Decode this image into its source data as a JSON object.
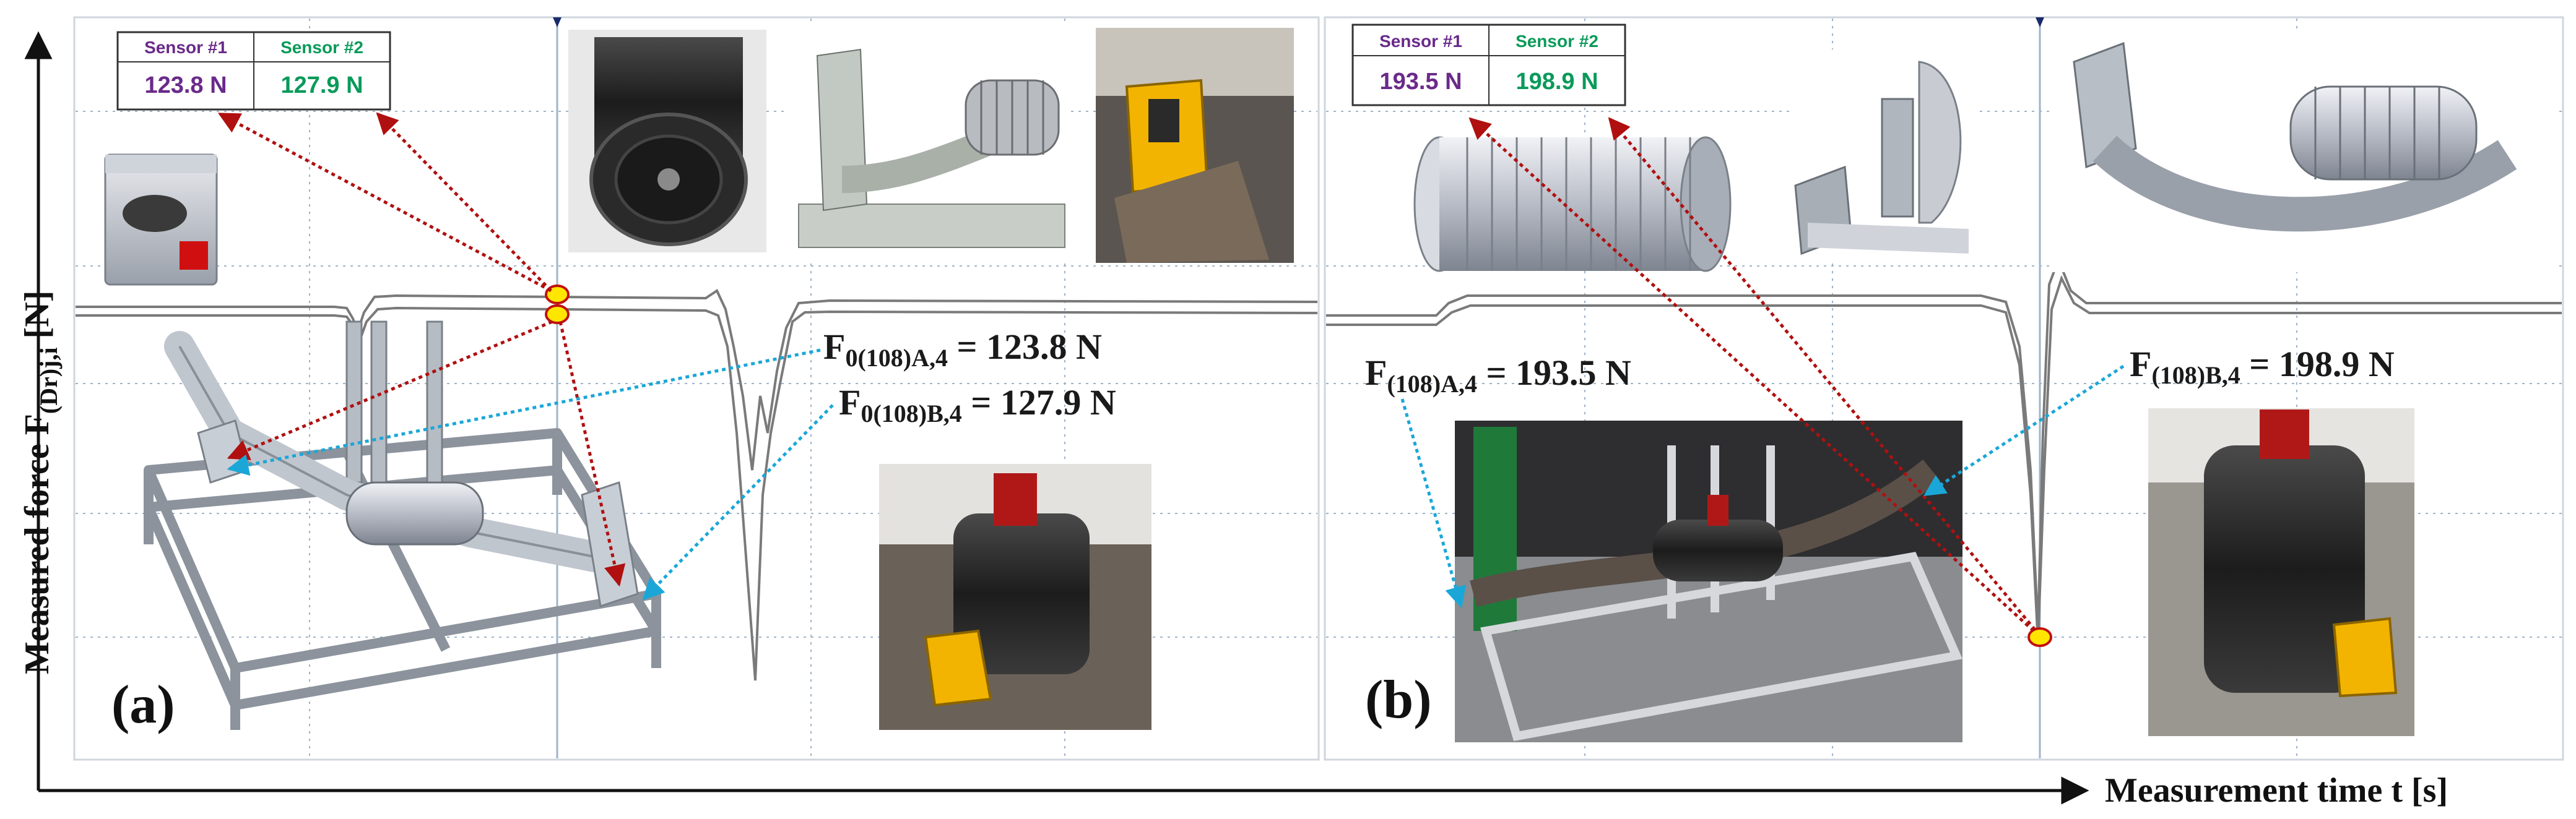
{
  "axes": {
    "y_label_main": "Measured  force F",
    "y_label_sub": "(Dr)j,i",
    "y_label_unit": " [N]",
    "x_label": "Measurement time t [s]"
  },
  "panel_a": {
    "letter": "(a)",
    "sensor1_header": "Sensor #1",
    "sensor2_header": "Sensor #2",
    "sensor1_value": "123.8 N",
    "sensor2_value": "127.9 N",
    "ann_a_main": "F",
    "ann_a_sub": "0(108)A,4",
    "ann_a_value": " = 123.8 N",
    "ann_b_main": "F",
    "ann_b_sub": "0(108)B,4",
    "ann_b_value": " = 127.9 N"
  },
  "panel_b": {
    "letter": "(b)",
    "sensor1_header": "Sensor #1",
    "sensor2_header": "Sensor #2",
    "sensor1_value": "193.5 N",
    "sensor2_value": "198.9 N",
    "ann_a_main": "F",
    "ann_a_sub": "(108)A,4",
    "ann_a_value": " = 193.5 N",
    "ann_b_main": "F",
    "ann_b_sub": "(108)B,4",
    "ann_b_value": " = 198.9 N"
  },
  "colors": {
    "sensor1": "#6a2a8a",
    "sensor2": "#0a9a5a",
    "red_arrow": "#b01010",
    "blue_arrow": "#1aa7d8",
    "marker_fill": "#ffe600",
    "marker_stroke": "#c01010",
    "grid": "#9fb4c8",
    "trace": "#7a7a7a"
  }
}
